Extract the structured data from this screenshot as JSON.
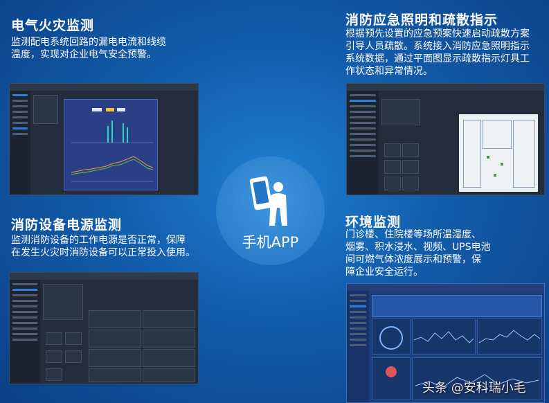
{
  "sections": {
    "electrical": {
      "title": "电气火灾监测",
      "desc_line1": "监测配电系统回路的漏电电流和线缆",
      "desc_line2": "温度，实现对企业电气安全预警。"
    },
    "emergency": {
      "title": "消防应急照明和疏散指示",
      "desc_line1": "根据预先设置的应急预案快速启动疏散方案",
      "desc_line2": "引导人员疏散。系统接入消防应急照明指示",
      "desc_line3": "系统数据，通过平面图显示疏散指示灯具工",
      "desc_line4": "作状态和异常情况。"
    },
    "power": {
      "title": "消防设备电源监测",
      "desc_line1": "监测消防设备的工作电源是否正常，保障",
      "desc_line2": "在发生火灾时消防设备可以正常投入使用。"
    },
    "environment": {
      "title": "环境监测",
      "desc_line1": "门诊楼、住院楼等场所温湿度、",
      "desc_line2": "烟雾、积水浸水、视频、UPS电池",
      "desc_line3": "间可燃气体浓度展示和预警，保",
      "desc_line4": "障企业安全运行。"
    }
  },
  "center": {
    "label": "手机APP",
    "icon": "phone-user-icon"
  },
  "watermark": "头条 @安科瑞小毛",
  "colors": {
    "accent": "#2f7fd8",
    "chart_line1": "#e6a23c",
    "chart_line2": "#67c23a",
    "spike": "#2fd3c8"
  }
}
